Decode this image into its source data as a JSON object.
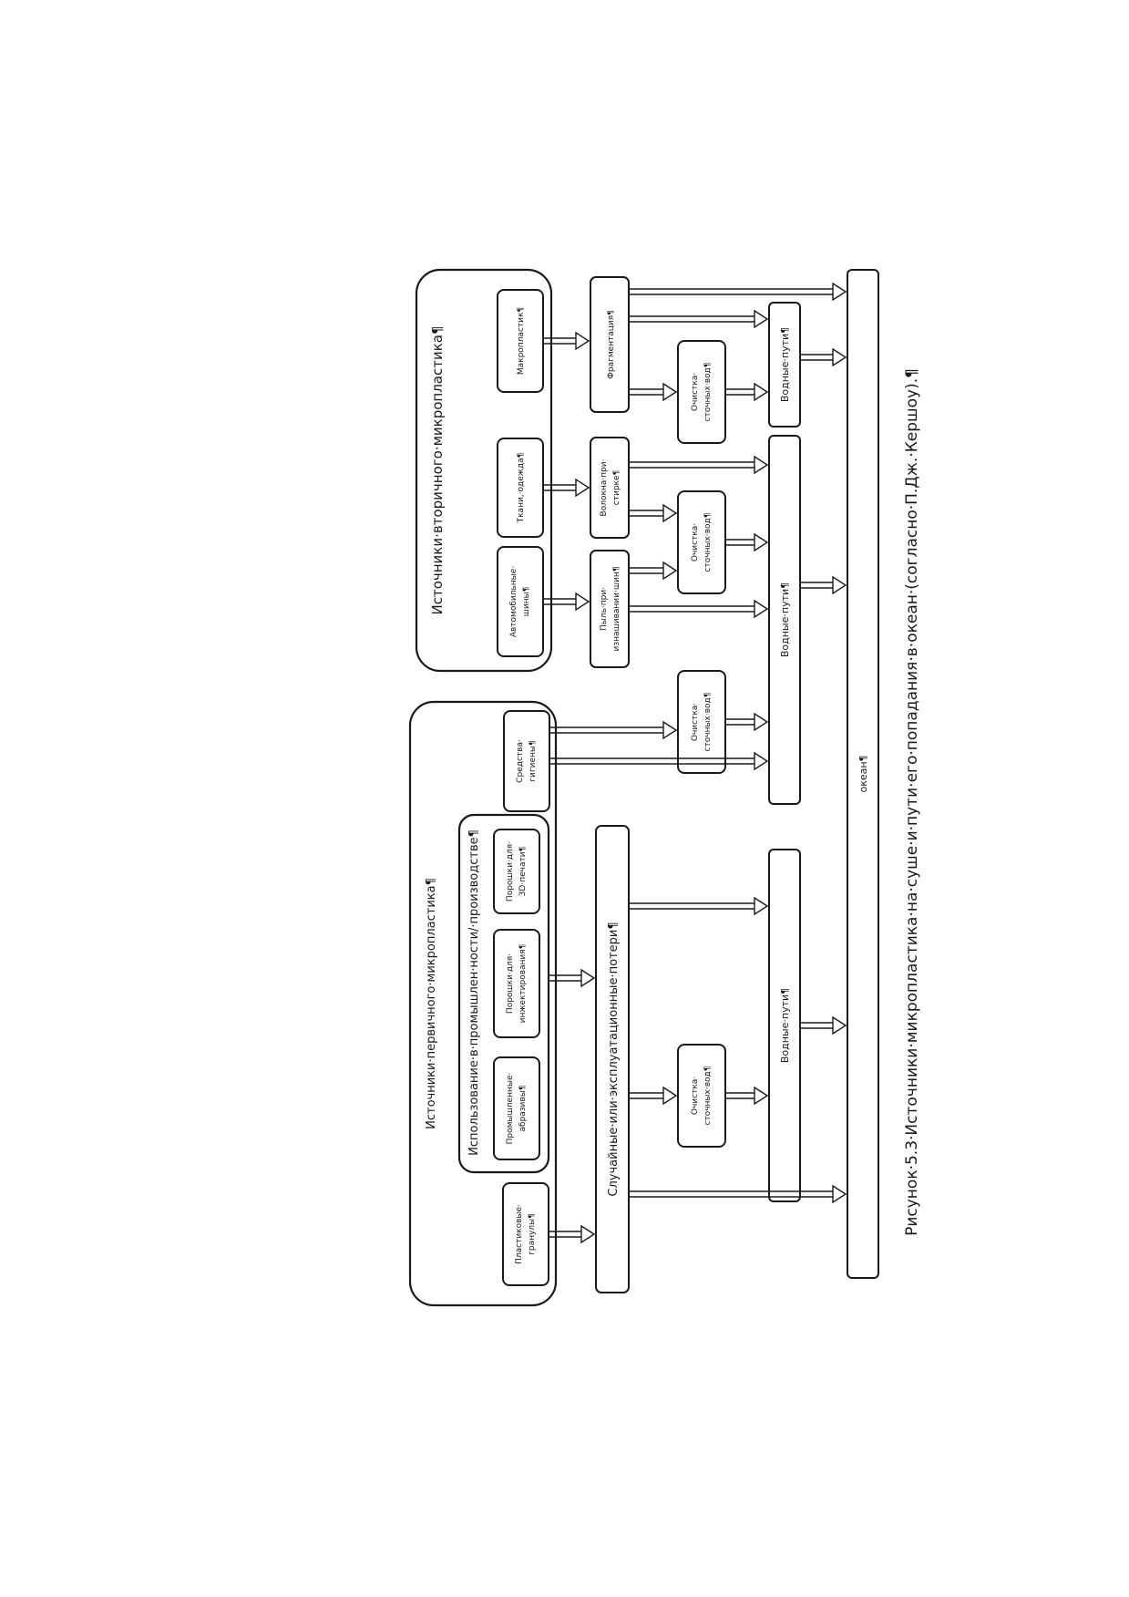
{
  "caption": "Рисунок·5.3·Источники·микропластика·на·суше·и·пути·его·попадания·в·океан·(согласно·П.Дж.·Кершоу).¶",
  "primary": {
    "title": "Источники·первичного·микропластика¶",
    "industry_title": "Использование·в·промышлен·ности/·производстве¶",
    "pellets": [
      "Пластиковые·",
      "гранулы¶"
    ],
    "abrasives": [
      "Промышленные·",
      "абразивы¶"
    ],
    "injection_powders": [
      "Порошки·для·",
      "инжектирования¶"
    ],
    "print_powders": [
      "Порошки·для·",
      "3D·печати¶"
    ],
    "hygiene": [
      "Средства·",
      "гигиены¶"
    ]
  },
  "secondary": {
    "title": "Источники·вторичного·микропластика¶",
    "tyres": [
      "Автомобильные·",
      "шины¶"
    ],
    "clothing": "Ткани,·одежда¶",
    "macroplastic": "Макропластик¶"
  },
  "processes": {
    "losses": "Случайные·или·эксплуатационные·потери¶",
    "tyre_dust": [
      "Пыль·при·",
      "изнашивании·шин¶"
    ],
    "fibres": [
      "Волокна·при·",
      "стирке¶"
    ],
    "fragmentation": "Фрагментация¶"
  },
  "treatment": {
    "label_line1": "Очистка·",
    "label_line2": "сточных·вод¶"
  },
  "waterways": {
    "label_left": "Водные·пути¶",
    "label_main": "Водные·пути¶",
    "label_right": "Водные·пути¶"
  },
  "ocean": "океан¶"
}
